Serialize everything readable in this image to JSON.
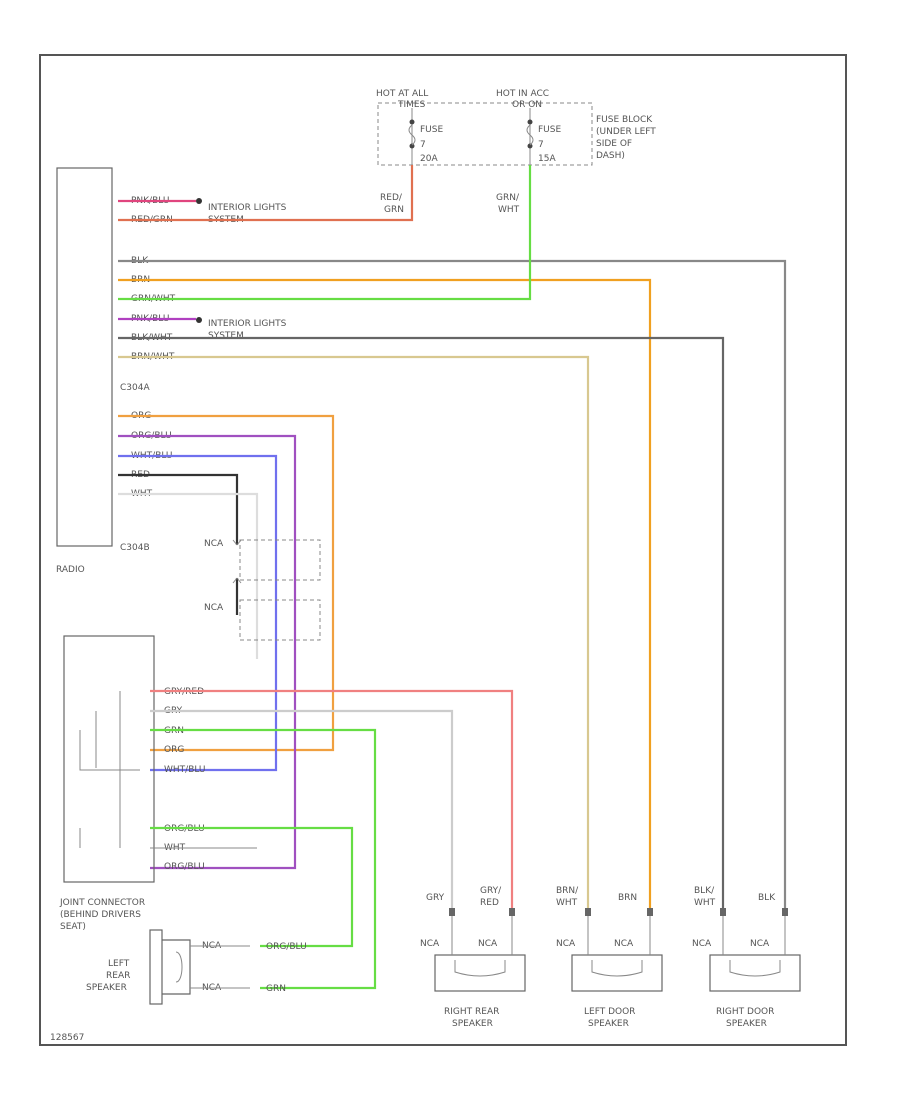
{
  "power": {
    "hot_at_all": "HOT AT ALL",
    "hot_at_all_sub": "TIMES",
    "hot_in_acc": "HOT IN ACC",
    "hot_in_acc_sub": "OR ON",
    "fuse_left": "FUSE",
    "fuse_left_num": "7",
    "fuse_left_amp": "20A",
    "fuse_right": "FUSE",
    "fuse_right_num": "7",
    "fuse_right_amp": "15A",
    "fuse_block_1": "FUSE BLOCK",
    "fuse_block_2": "(UNDER LEFT",
    "fuse_block_3": "SIDE OF",
    "fuse_block_4": "DASH)"
  },
  "radio": {
    "label": "RADIO",
    "conn1": "C304A",
    "conn2": "C304B",
    "pins": [
      "PNK/BLU",
      "RED/GRN",
      "",
      "BLK",
      "BRN",
      "GRN/WHT",
      "PNK/BLU",
      "BLK/WHT",
      "BRN/WHT",
      "ORG",
      "ORG/BLU",
      "WHT/BLU",
      "RED",
      "WHT"
    ],
    "interior_lights_1a": "INTERIOR LIGHTS",
    "interior_lights_1b": "SYSTEM",
    "interior_lights_2a": "INTERIOR LIGHTS",
    "interior_lights_2b": "SYSTEM"
  },
  "wire_labels": {
    "red_grn_a": "RED/",
    "red_grn_b": "GRN",
    "grn_wht_a": "GRN/",
    "grn_wht_b": "WHT",
    "nca1": "NCA",
    "nca2": "NCA"
  },
  "joint": {
    "label_1": "JOINT CONNECTOR",
    "label_2": "(BEHIND DRIVERS",
    "label_3": "SEAT)",
    "pins": [
      "GRY/RED",
      "GRY",
      "GRN",
      "ORG",
      "WHT/BLU",
      "ORG/BLU",
      "WHT",
      "ORG/BLU"
    ]
  },
  "speakers": {
    "left_rear_1": "LEFT",
    "left_rear_2": "REAR",
    "left_rear_3": "SPEAKER",
    "lr_nca1": "NCA",
    "lr_nca2": "NCA",
    "lr_w1": "ORG/BLU",
    "lr_w2": "GRN",
    "right_rear_1": "RIGHT REAR",
    "right_rear_2": "SPEAKER",
    "rr_w1": "GRY",
    "rr_w2a": "GRY/",
    "rr_w2b": "RED",
    "left_door_1": "LEFT DOOR",
    "left_door_2": "SPEAKER",
    "ld_w1a": "BRN/",
    "ld_w1b": "WHT",
    "ld_w2": "BRN",
    "right_door_1": "RIGHT DOOR",
    "right_door_2": "SPEAKER",
    "rd_w1a": "BLK/",
    "rd_w1b": "WHT",
    "rd_w2": "BLK",
    "nca": "NCA"
  },
  "footer_code": "128567",
  "colors": {
    "pink": "#e0457e",
    "red": "#e05050",
    "orange": "#f0a020",
    "green": "#66dd44",
    "purple": "#a050c0",
    "blue": "#7070ee",
    "gray": "#888888",
    "tan": "#d8c890",
    "black": "#333333"
  }
}
